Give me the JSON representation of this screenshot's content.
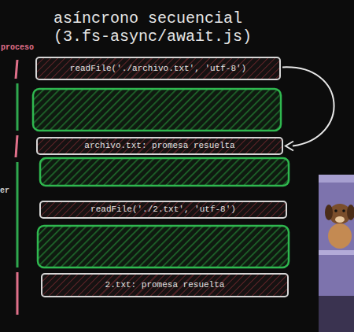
{
  "diagram": {
    "title": "asíncrono secuencial (3.fs-async/await.js)",
    "nodes": [
      {
        "text": [
          "readFile('./archivo.txt', 'utf-8')"
        ]
      },
      {
        "text": [
          "archivo.txt: promesa resuelta"
        ]
      },
      {
        "text": [
          "readFile('./2.txt', 'utf-8')"
        ]
      },
      {
        "text": [
          "2.txt: promesa resuelta"
        ]
      }
    ],
    "edges": [
      {
        "from": 0,
        "to": 1,
        "arrow": "to"
      }
    ],
    "labels": [
      "proceso",
      "er"
    ]
  }
}
